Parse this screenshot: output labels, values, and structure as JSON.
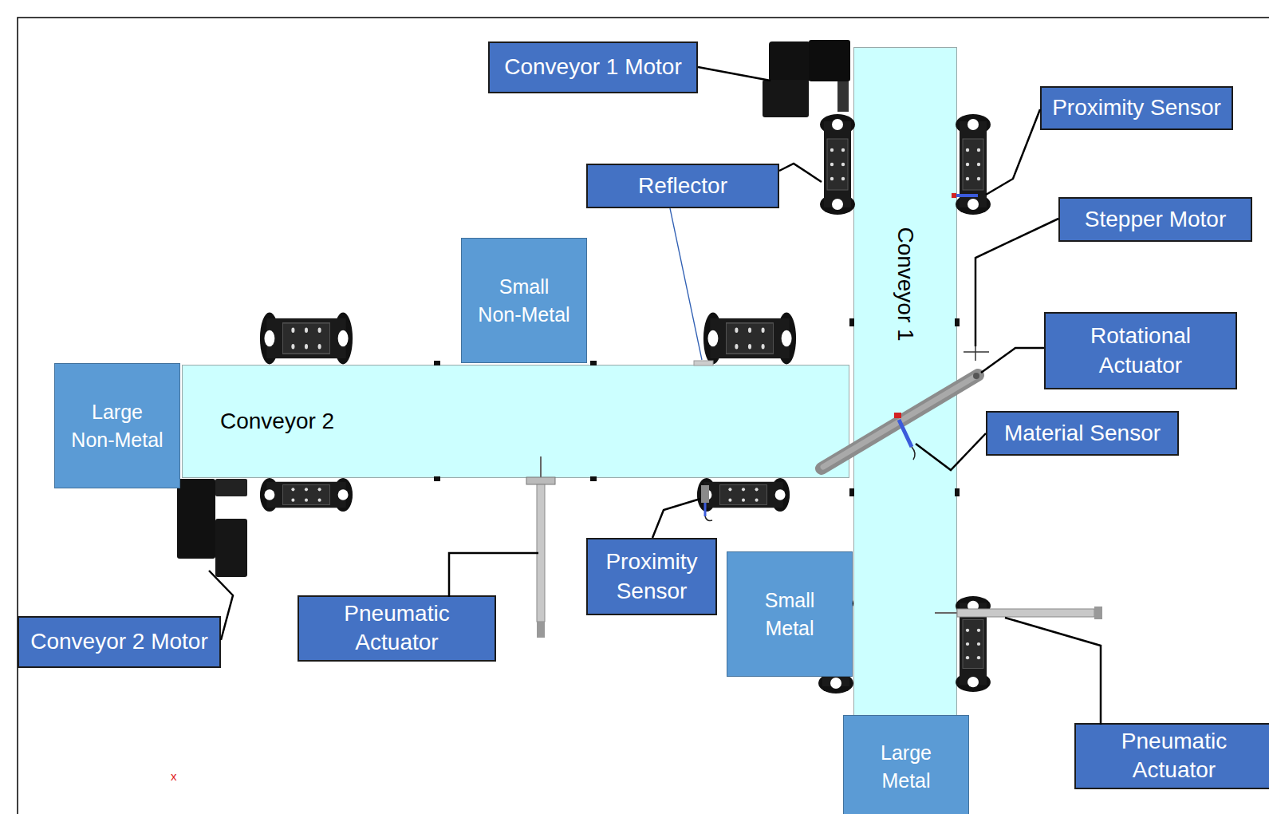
{
  "diagram": {
    "nodes": [
      {
        "text": [
          "Conveyor 1 Motor"
        ]
      },
      {
        "text": [
          "Proximity Sensor"
        ]
      },
      {
        "text": [
          "Reflector"
        ]
      },
      {
        "text": [
          "Stepper Motor"
        ]
      },
      {
        "text": [
          "Small Non-Metal"
        ]
      },
      {
        "text": [
          "Conveyor 1"
        ]
      },
      {
        "text": [
          "Rotational Actuator"
        ]
      },
      {
        "text": [
          "Large Non-Metal"
        ]
      },
      {
        "text": [
          "Conveyor 2"
        ]
      },
      {
        "text": [
          "Material Sensor"
        ]
      },
      {
        "text": [
          "Proximity Sensor"
        ]
      },
      {
        "text": [
          "Small Metal"
        ]
      },
      {
        "text": [
          "Pneumatic Actuator"
        ]
      },
      {
        "text": [
          "Conveyor 2 Motor"
        ]
      },
      {
        "text": [
          "Pneumatic Actuator"
        ]
      },
      {
        "text": [
          "Large Metal"
        ]
      }
    ],
    "labels": [
      "x"
    ]
  }
}
